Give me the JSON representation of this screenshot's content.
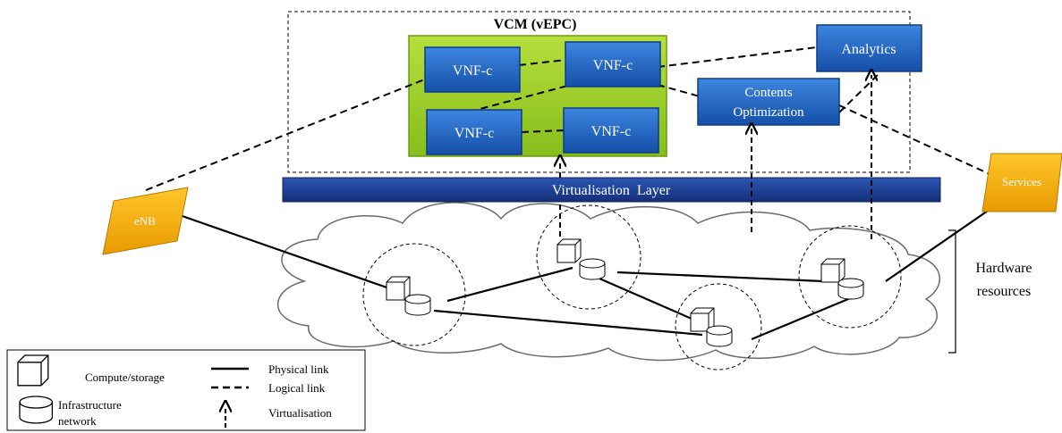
{
  "vcm": {
    "title": "VCM (vEPC)"
  },
  "vnf": {
    "top_left": "VNF-c",
    "top_right": "VNF-c",
    "bottom_left": "VNF-c",
    "bottom_right": "VNF-c"
  },
  "analytics": {
    "label": "Analytics"
  },
  "contents": {
    "line1": "Contents",
    "line2": "Optimization"
  },
  "virt_layer": {
    "label": "Virtualisation  Layer"
  },
  "enb": {
    "label": "eNB"
  },
  "services": {
    "label": "Services"
  },
  "hardware": {
    "line1": "Hardware",
    "line2": "resources"
  },
  "legend": {
    "compute_storage": "Compute/storage",
    "infra_line1": "Infrastructure",
    "infra_line2": "network",
    "physical_link": "Physical link",
    "logical_link": "Logical link",
    "virtualisation": "Virtualisation"
  },
  "colors": {
    "vnf_blue": "#1f63c7",
    "vcm_green": "#9acd32",
    "virt_layer_blue": "#1f3f8f",
    "node_orange": "#f5b000"
  }
}
